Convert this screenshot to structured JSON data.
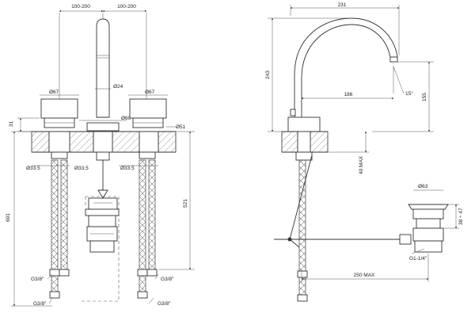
{
  "front_view": {
    "top_dims": [
      "100-200",
      "100-200"
    ],
    "dia_67_left": "Ø67",
    "dia_24": "Ø24",
    "dia_67_right": "Ø67",
    "dia_60": "Ø60",
    "dia_51": "Ø51",
    "dim_31": "31",
    "dia_33_5_a": "Ø33.5",
    "dia_33_5_b": "Ø33.5",
    "dia_33_5_c": "Ø33.5",
    "dim_601": "601",
    "dim_521": "521",
    "g38_left_upper": "G3/8\"",
    "g38_left_lower": "G3/8\"",
    "g38_right_upper": "G3/8\"",
    "g38_right_lower": "G3/8\""
  },
  "side_view": {
    "dim_231": "231",
    "dim_243": "243",
    "dim_186": "186",
    "angle_15": "15°",
    "dim_155": "155",
    "dim_40max": "40 MAX",
    "dia_63": "Ø63",
    "dim_38_47": "38 ÷ 47",
    "g1_1_4": "G1-1/4\"",
    "dim_250max": "250 MAX"
  }
}
